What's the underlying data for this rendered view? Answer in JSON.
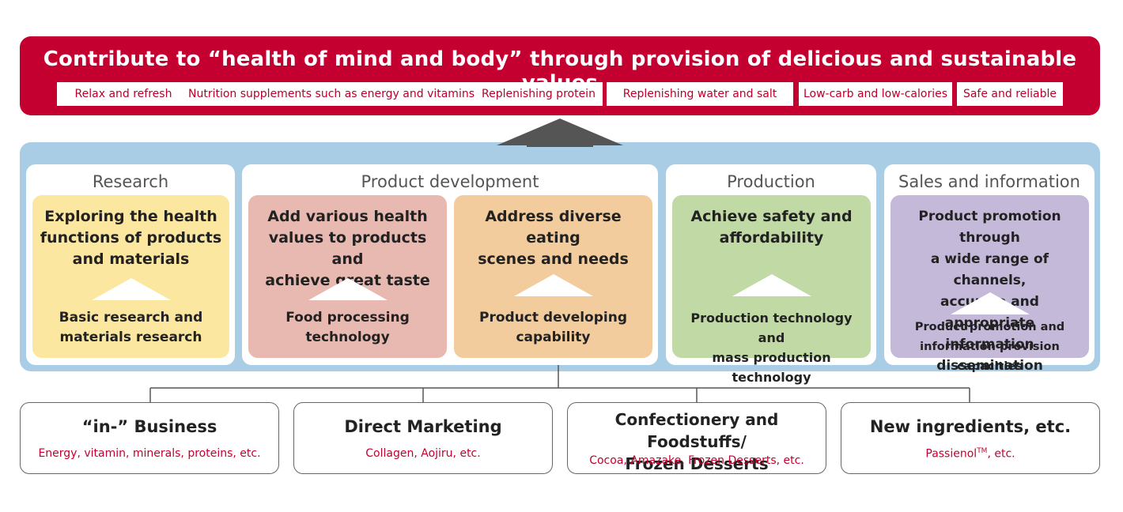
{
  "banner": {
    "title": "Contribute to “health of mind and body” through provision of delicious and sustainable values",
    "values": [
      "Relax and refresh",
      "Nutrition supplements such as energy and vitamins",
      "Replenishing protein",
      "Replenishing water and salt",
      "Low-carb and low-calories",
      "Safe and reliable"
    ]
  },
  "columns": [
    {
      "title": "Research"
    },
    {
      "title": "Product development"
    },
    {
      "title": "Production"
    },
    {
      "title": "Sales and information"
    }
  ],
  "boxes": [
    {
      "head": [
        "Exploring the health",
        "functions of products",
        "and materials"
      ],
      "foot": [
        "Basic research and",
        "materials research"
      ],
      "color": "#fce7a1"
    },
    {
      "head": [
        "Add various health",
        "values to products and",
        "achieve great taste"
      ],
      "foot": [
        "Food processing",
        "technology"
      ],
      "color": "#e8b9b0"
    },
    {
      "head": [
        "Address diverse eating",
        "scenes and needs"
      ],
      "foot": [
        "Product developing",
        "capability"
      ],
      "color": "#f3cc9d"
    },
    {
      "head": [
        "Achieve safety and",
        "affordability"
      ],
      "foot": [
        "Production technology and",
        "mass production technology"
      ],
      "color": "#c1d9a5"
    },
    {
      "head": [
        "Product promotion through",
        "a wide range of channels,",
        "accurate and appropriate",
        "information dissemination"
      ],
      "foot": [
        "Product promotion and",
        "information provision capacities"
      ],
      "color": "#c5b9d9"
    }
  ],
  "businesses": [
    {
      "name": [
        "“in-” Business"
      ],
      "sub": "Energy, vitamin, minerals, proteins, etc."
    },
    {
      "name": [
        "Direct Marketing"
      ],
      "sub": "Collagen, Aojiru, etc."
    },
    {
      "name": [
        "Confectionery and Foodstuffs/",
        "Frozen Desserts"
      ],
      "sub": "Cocoa, Amazake, Frozen Desserts, etc."
    },
    {
      "name": [
        "New ingredients, etc."
      ],
      "sub_main": "Passienol",
      "sub_sup": "TM",
      "sub_tail": ", etc."
    }
  ]
}
